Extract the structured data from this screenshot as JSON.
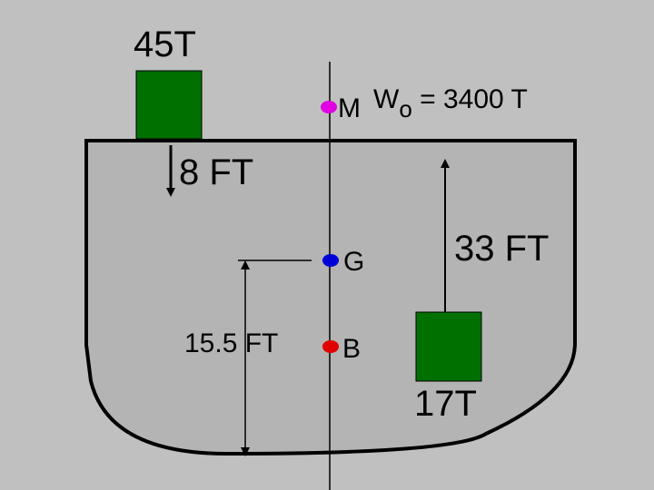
{
  "diagram": {
    "labels": {
      "load_top": "45T",
      "metacenter": "M",
      "displacement_symbol": "W",
      "displacement_subscript": "o",
      "displacement_value": "= 3400 T",
      "shift_down": "8 FT",
      "center_gravity": "G",
      "shift_up": "33 FT",
      "keel_to_g": "15.5 FT",
      "center_buoyancy": "B",
      "load_bottom": "17T"
    },
    "colors": {
      "background": "#c0c0c0",
      "hull_fill": "#b4b4b4",
      "hull_outline": "#000000",
      "weight_block": "#007000",
      "point_m": "#e000e0",
      "point_g": "#0000d8",
      "point_b": "#e00000"
    }
  }
}
